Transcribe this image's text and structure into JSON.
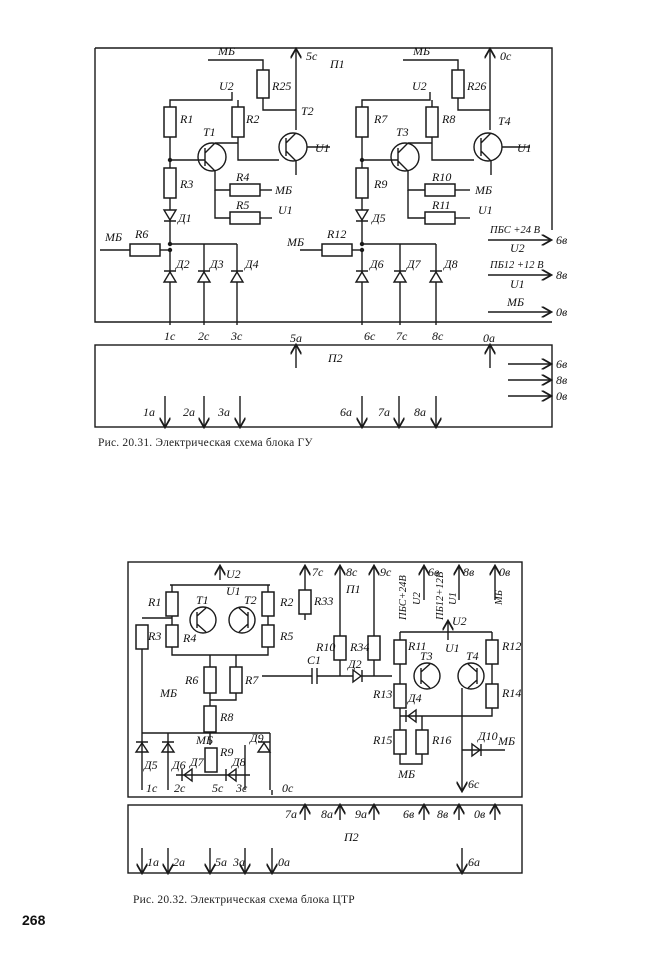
{
  "fig1": {
    "caption": "Рис. 20.31. Электрическая схема блока ГУ",
    "p1": "П1",
    "p2": "П2",
    "mb_top_left": "МБ",
    "mb_top_right": "МБ",
    "u2_left": "U2",
    "u2_right": "U2",
    "v5c": "5с",
    "v0c": "0с",
    "r25": "R25",
    "r26": "R26",
    "r1": "R1",
    "r2": "R2",
    "r3": "R3",
    "r4": "R4",
    "r5": "R5",
    "r6": "R6",
    "r7": "R7",
    "r8": "R8",
    "r9": "R9",
    "r10": "R10",
    "r11": "R11",
    "r12": "R12",
    "t1": "T1",
    "t2": "T2",
    "t3": "T3",
    "t4": "T4",
    "u1_left": "U1",
    "u1_right": "U1",
    "mb_r4": "МБ",
    "u1_r5": "U1",
    "mb_r10": "МБ",
    "u1_r11": "U1",
    "mb_r6": "МБ",
    "mb_r12": "МБ",
    "d1": "Д1",
    "d2": "Д2",
    "d3": "Д3",
    "d4": "Д4",
    "d5": "Д5",
    "d6": "Д6",
    "d7": "Д7",
    "d8": "Д8",
    "pbs24": "ПБС +24 В",
    "u2_side": "U2",
    "pb12": "ПБ12 +12 В",
    "u1_side": "U1",
    "mb_side": "МБ",
    "o6v": "6в",
    "o8v": "8в",
    "o0v": "0в",
    "c1c": "1с",
    "c2c": "2с",
    "c3c": "3с",
    "c6c": "6с",
    "c7c": "7с",
    "c8c": "8с",
    "a5a": "5а",
    "a0a": "0а",
    "b6v": "6в",
    "b8v": "8в",
    "b0v": "0в",
    "a1a": "1а",
    "a2a": "2а",
    "a3a": "3а",
    "a6a": "6а",
    "a7a": "7а",
    "a8a": "8а"
  },
  "fig2": {
    "caption": "Рис. 20.32. Электрическая схема блока ЦТР",
    "p1": "П1",
    "p2": "П2",
    "u2_top": "U2",
    "u1_top": "U1",
    "t1": "T1",
    "t2": "T2",
    "t3": "T3",
    "t4": "T4",
    "r1": "R1",
    "r2": "R2",
    "r3": "R3",
    "r4": "R4",
    "r5": "R5",
    "r6": "R6",
    "r7": "R7",
    "r8": "R8",
    "r9": "R9",
    "r10": "R10",
    "r11": "R11",
    "r12": "R12",
    "r13": "R13",
    "r14": "R14",
    "r15": "R15",
    "r16": "R16",
    "r33": "R33",
    "r34": "R34",
    "c1": "C1",
    "d2": "Д2",
    "d4": "Д4",
    "d5": "Д5",
    "d6": "Д6",
    "d7": "Д7",
    "d8": "Д8",
    "d9": "Д9",
    "d10": "Д10",
    "mb1": "МБ",
    "mb2": "МБ",
    "mb3": "МБ",
    "mb4": "МБ",
    "u2_mid": "U2",
    "u1_mid": "U1",
    "t7c": "7с",
    "t8c": "8с",
    "t9c": "9с",
    "pbs24": "ПБС+24В",
    "u2v": "U2",
    "pb12": "ПБ12+12В",
    "u1v": "U1",
    "t6v": "6в",
    "t8v": "8в",
    "t0v": "0в",
    "mbv": "МБ",
    "c1c": "1с",
    "c2c": "2с",
    "c5c": "5с",
    "c3c": "3с",
    "c0c": "0с",
    "c6c": "6с",
    "a7a": "7а",
    "a8a": "8а",
    "a9a": "9а",
    "b6v": "6в",
    "b8v": "8в",
    "b0v": "0в",
    "a1a": "1а",
    "a2a": "2а",
    "a5a": "5а",
    "a3a": "3а",
    "a0a": "0а",
    "a6a": "6а"
  },
  "page_number": "268"
}
